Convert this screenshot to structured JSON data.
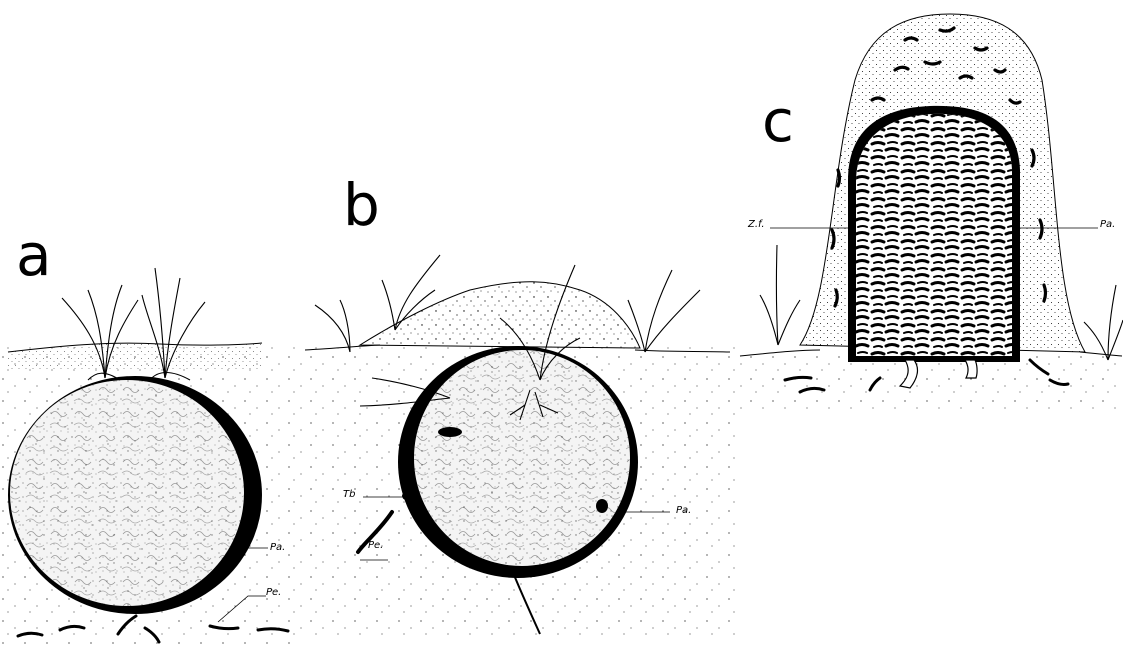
{
  "panels": [
    {
      "letter": "a",
      "labels": {
        "pa": "Pa.",
        "pe": "Pe."
      }
    },
    {
      "letter": "b",
      "labels": {
        "tb": "Tb",
        "pe": "Pe.",
        "pa": "Pa."
      }
    },
    {
      "letter": "c",
      "labels": {
        "zf": "Z.f.",
        "pa": "Pa."
      }
    }
  ],
  "colors": {
    "ink": "#000000",
    "paper": "#ffffff",
    "chamber_gray": "#f4f4f4"
  }
}
